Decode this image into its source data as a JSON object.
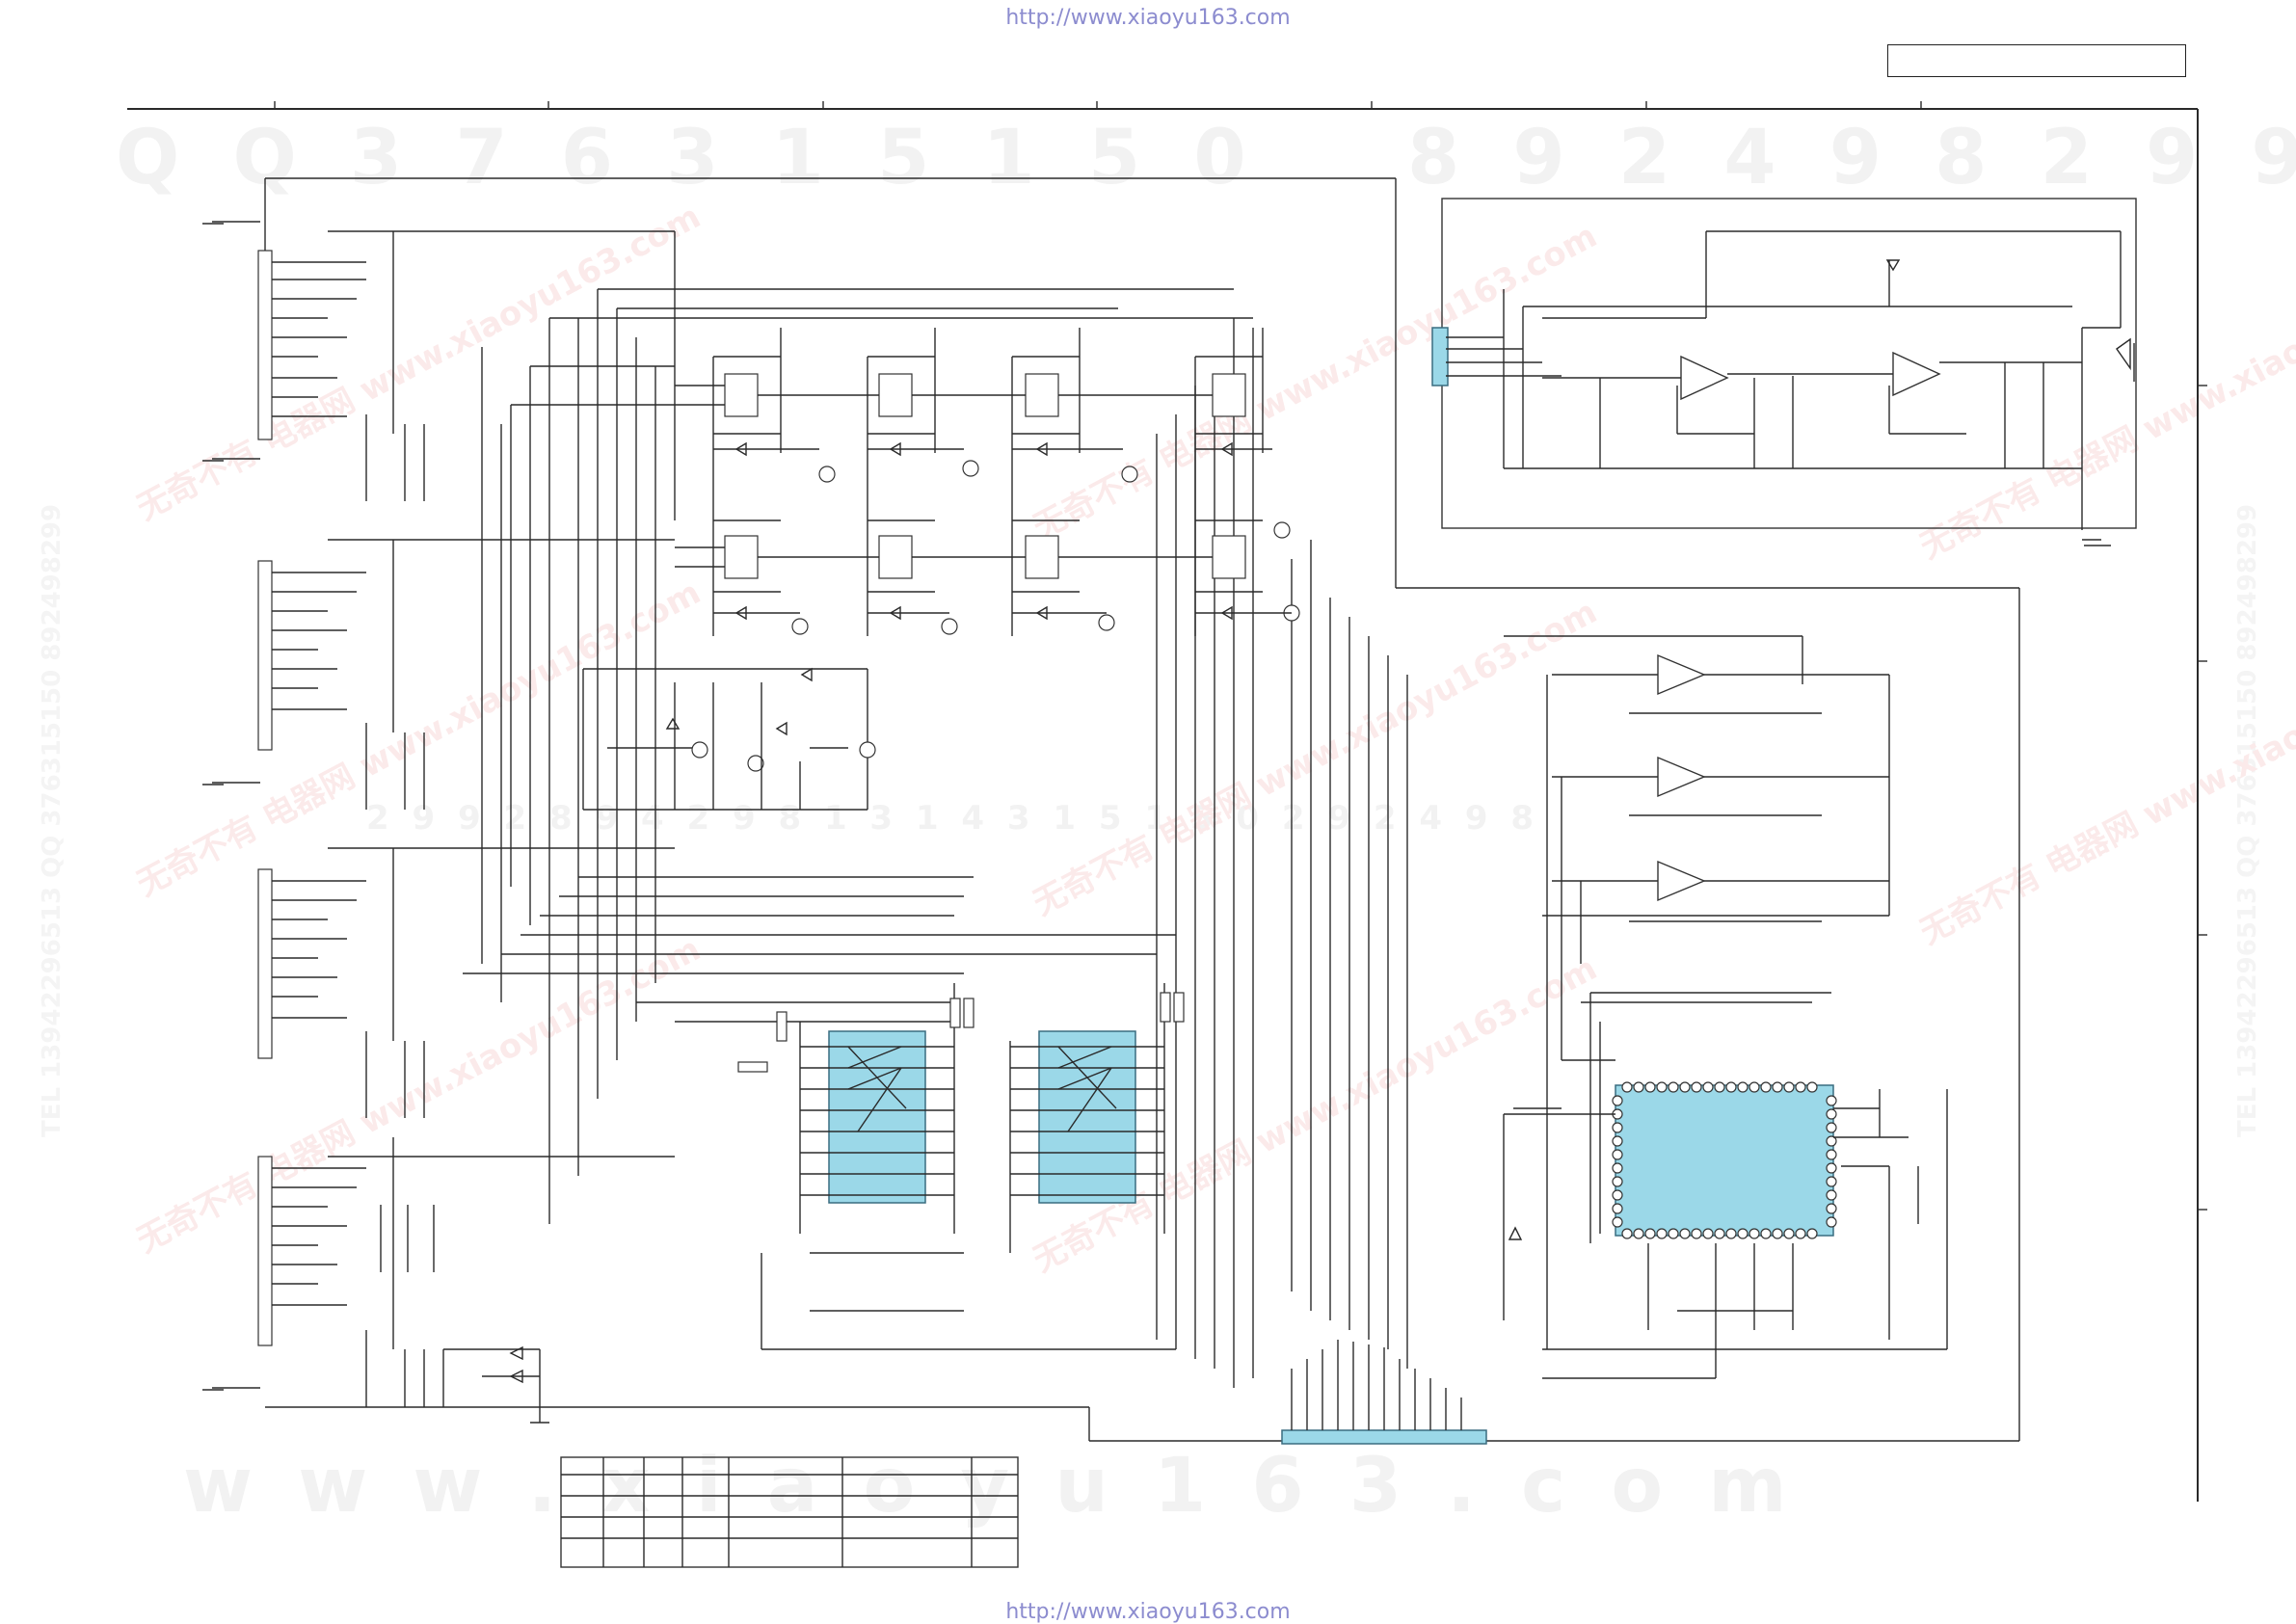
{
  "header": {
    "source_url": "http://www.xiaoyu163.com"
  },
  "footer": {
    "source_url": "http://www.xiaoyu163.com"
  },
  "watermarks": {
    "top_code_left": "Q Q  3 7 6 3 1 5 1 5 0",
    "top_code_right": "8 9 2 4 9 8 2 9 9",
    "bottom_url": "w w w . x i a o y u 1 6 3 . c o m",
    "mid_code": "2 9 9 2 8 9 4 2 9 8 1 3 1 4 3 1 5 1 5 0 2 9 2 4 9 8",
    "side_text": "TEL 13942296513 QQ 376315150 892498299",
    "cn_stamp": "无奇不有 电器网 www.xiaoyu163.com"
  },
  "colors": {
    "ic_fill": "#9bd8e8",
    "wire": "#2a2a2a",
    "url_text": "#8c8ccf"
  },
  "components": {
    "ic_quad_1": "dual-in-line IC (left)",
    "ic_quad_2": "dual-in-line IC (right)",
    "ic_main": "QFP processor IC",
    "bottom_connector": "board-to-board connector",
    "side_connector": "headphone board connector"
  }
}
